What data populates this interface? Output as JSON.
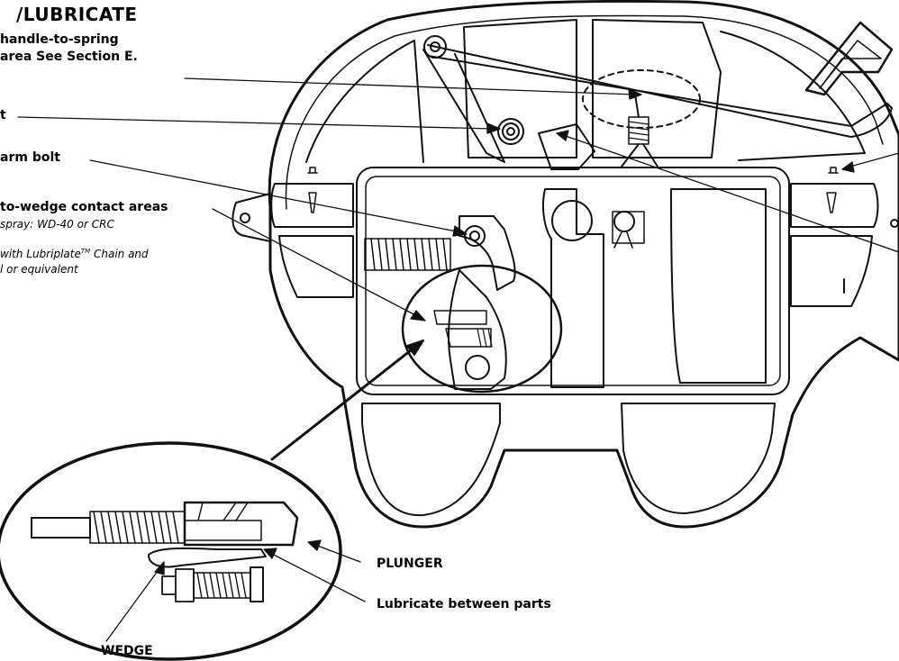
{
  "title": "/LUBRICATE",
  "callouts": {
    "handle_spring_line1": "handle-to-spring",
    "handle_spring_line2": "area See Section E.",
    "bolt_t": "t",
    "arm_bolt": "arm bolt",
    "contact_areas": "to-wedge contact areas",
    "spray_note": "spray: WD-40 or CRC",
    "lubriplate_note_a": "with Lubriplate",
    "lubriplate_tm": "TM",
    "lubriplate_note_b": " Chain and",
    "equivalent_note": "l or equivalent"
  },
  "detail": {
    "plunger": "PLUNGER",
    "lubricate_between": "Lubricate between parts",
    "wedge": "WEDGE"
  },
  "colors": {
    "line": "#111111",
    "background": "#ffffff"
  }
}
